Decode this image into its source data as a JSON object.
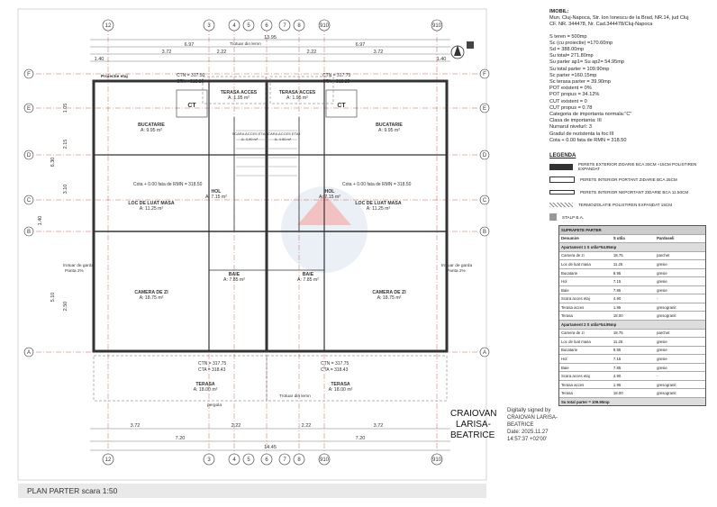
{
  "drawing": {
    "title": "PLAN PARTER scara 1:50",
    "axes_cols": [
      "12",
      "12",
      "3",
      "4",
      "5",
      "6",
      "7",
      "8",
      "910",
      "910"
    ],
    "axes_rows": [
      "F",
      "E",
      "D",
      "C",
      "B",
      "A"
    ],
    "top_dims": [
      "13.95",
      "6.97",
      "6.97",
      "3.72",
      "2.22",
      "2.22",
      "3.72",
      "1.40",
      "1.40"
    ],
    "bottom_dims": [
      "3.72",
      "2.22",
      "2.22",
      "3.72",
      "7.20",
      "7.20",
      "14.45"
    ],
    "left_dims": [
      "6.30",
      "5.10",
      "1.40",
      "1.05",
      "2.15",
      "3.10",
      "2.50"
    ],
    "labels": {
      "trotuar_top": "Trotuar din lemn",
      "trotuar_bottom": "Trotuar din lemn",
      "proiectie": "Proiectie etaj",
      "panta_l": "Panta 2%",
      "panta_r": "Panta 2%",
      "trotuar_l": "trotuar de garda",
      "trotuar_r": "trotuar de garda",
      "pergola": "pergola"
    },
    "rooms": [
      {
        "name": "TERASA ACCES",
        "area": "A: 1.95 m²"
      },
      {
        "name": "TERASA ACCES",
        "area": "A: 1.95 m²"
      },
      {
        "name": "BUCATARIE",
        "area": "A: 9.95 m²"
      },
      {
        "name": "BUCATARIE",
        "area": "A: 9.95 m²"
      },
      {
        "name": "SCARA ACCES ETAJ",
        "area": "A: 4.90 m²"
      },
      {
        "name": "SCARA ACCES ETAJ",
        "area": "A: 4.90 m²"
      },
      {
        "name": "LOC DE LUAT MASA",
        "area": "A: 11.25 m²"
      },
      {
        "name": "LOC DE LUAT MASA",
        "area": "A: 11.25 m²"
      },
      {
        "name": "HOL",
        "area": "A: 7.15 m²"
      },
      {
        "name": "HOL",
        "area": "A: 7.15 m²"
      },
      {
        "name": "BAIE",
        "area": "A: 7.85 m²"
      },
      {
        "name": "BAIE",
        "area": "A: 7.85 m²"
      },
      {
        "name": "CAMERA DE ZI",
        "area": "A: 18.75 m²"
      },
      {
        "name": "CAMERA DE ZI",
        "area": "A: 18.75 m²"
      },
      {
        "name": "TERASA",
        "area": "A: 18.00 m²"
      },
      {
        "name": "TERASA",
        "area": "A: 18.00 m²"
      }
    ],
    "cota_left": "Cota + 0.00 fata de RMN = 318.50",
    "cota_right": "Cota + 0.00 fata de RMN = 318.50",
    "ctn_top_l": "CTN = 317.50",
    "cta_top_l": "CTA = 318.25",
    "ctn_top_r": "CTN = 317.75",
    "cta_top_r": "CTA = 318.25",
    "ctn_bot_l": "CTN = 317.75",
    "cta_bot_l": "CTA = 318.43",
    "ctn_bot_r": "CTN = 317.75",
    "cta_bot_r": "CTA = 318.43"
  },
  "info": {
    "header": "IMOBIL:",
    "address1": "Mun. Cluj-Napoca, Str. Ion Ionescu de la Brad, NR.14, jud Cluj",
    "address2": "CF. NR. 344478, Nr. Cad.344478/Cluj-Napoca",
    "lines1": [
      "S teren = 500mp",
      "Sc (cu proiectie) =170.60mp",
      "Sd = 388.00mp",
      "Su total= 271.80mp",
      "Su parter ap1= Su ap2= 54.95mp",
      "Su total parter = 109.90mp",
      "Sc parter =160.15mp",
      "Sc terasa parter = 39.90mp"
    ],
    "lines2": [
      "POT existent = 0%",
      "POT propus = 34.12%",
      "CUT existent = 0",
      "CUT propus = 0.78"
    ],
    "lines3": [
      "Categoria de importanta normala:\"C\"",
      "Clasa de importanta: III",
      "Numarul nivelurI: 3",
      "Gradul de rezistenta la foc:III",
      "Cota + 0.00 fata de RMN = 318.50"
    ]
  },
  "legend": {
    "title": "LEGENDA",
    "items": [
      "PERETE EXTERIOR ZIDARIE BCA 30CM +15CM POLISTIREN EXPANDAT",
      "PERETE INTERIOR PORTANT ZIDARIE BCA 25CM",
      "PERETE INTERIOR NEPORTANT ZIDARIE BCA 11.50CM",
      "TERMOIZOLATIE POLISTIREN EXPANDAT 15CM",
      "STALP B.A."
    ]
  },
  "table": {
    "title": "SUPRAFETE PARTER",
    "columns": [
      "Denumire",
      "S utila",
      "Pardoseli"
    ],
    "ap1_header": "Apartament 1    S utila=54.95mp",
    "ap1": [
      [
        "Camera de zi",
        "18.75",
        "parchet"
      ],
      [
        "Loc de luat masa",
        "11.25",
        "gresie"
      ],
      [
        "Bucatarie",
        "9.95",
        "gresie"
      ],
      [
        "Hol",
        "7.15",
        "gresie"
      ],
      [
        "Baie",
        "7.85",
        "gresie"
      ],
      [
        "Scara acces etaj",
        "4.90",
        "-"
      ],
      [
        "Terasa acces",
        "1.95",
        "gresogranit"
      ],
      [
        "Terasa",
        "18.00",
        "gresogranit"
      ]
    ],
    "ap2_header": "Apartament 2    S utila=54.95mp",
    "ap2": [
      [
        "Camera de zi",
        "18.75",
        "parchet"
      ],
      [
        "Loc de luat masa",
        "11.25",
        "gresie"
      ],
      [
        "Bucatarie",
        "9.95",
        "gresie"
      ],
      [
        "Hol",
        "7.15",
        "gresie"
      ],
      [
        "Baie",
        "7.85",
        "gresie"
      ],
      [
        "Scara acces etaj",
        "4.90",
        "-"
      ],
      [
        "Terasa acces",
        "1.95",
        "gresogranit"
      ],
      [
        "Terasa",
        "18.00",
        "gresogranit"
      ]
    ],
    "total": "Su total parter = 109.90mp"
  },
  "signature": {
    "name_line1": "CRAIOVAN",
    "name_line2": "LARISA-",
    "name_line3": "BEATRICE",
    "signed_line1": "Digitally signed by",
    "signed_line2": "CRAIOVAN LARISA-",
    "signed_line3": "BEATRICE",
    "date_line1": "Date: 2025.11.27",
    "date_line2": "14:57:37 +02'00'"
  },
  "colors": {
    "line": "#333333",
    "axis": "#c0392b",
    "dim": "#555555",
    "watermark": "#c7d3e6"
  }
}
